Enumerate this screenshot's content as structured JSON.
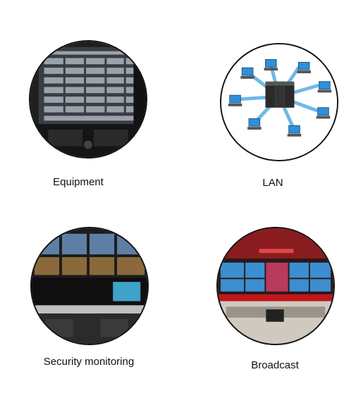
{
  "tiles": [
    {
      "id": "equipment",
      "label": "Equipment",
      "image_icon": "server-rack-icon"
    },
    {
      "id": "lan",
      "label": "LAN",
      "image_icon": "network-diagram-icon"
    },
    {
      "id": "security",
      "label": "Security monitoring",
      "image_icon": "control-room-monitors-icon"
    },
    {
      "id": "broadcast",
      "label": "Broadcast",
      "image_icon": "broadcast-studio-icon"
    }
  ],
  "colors": {
    "circle_border": "#111111",
    "monitor_blue": "#2f8fd8",
    "server_dark": "#2a2a2a",
    "arrow_blue": "#6fb8e8",
    "broadcast_red": "#c0161b"
  }
}
